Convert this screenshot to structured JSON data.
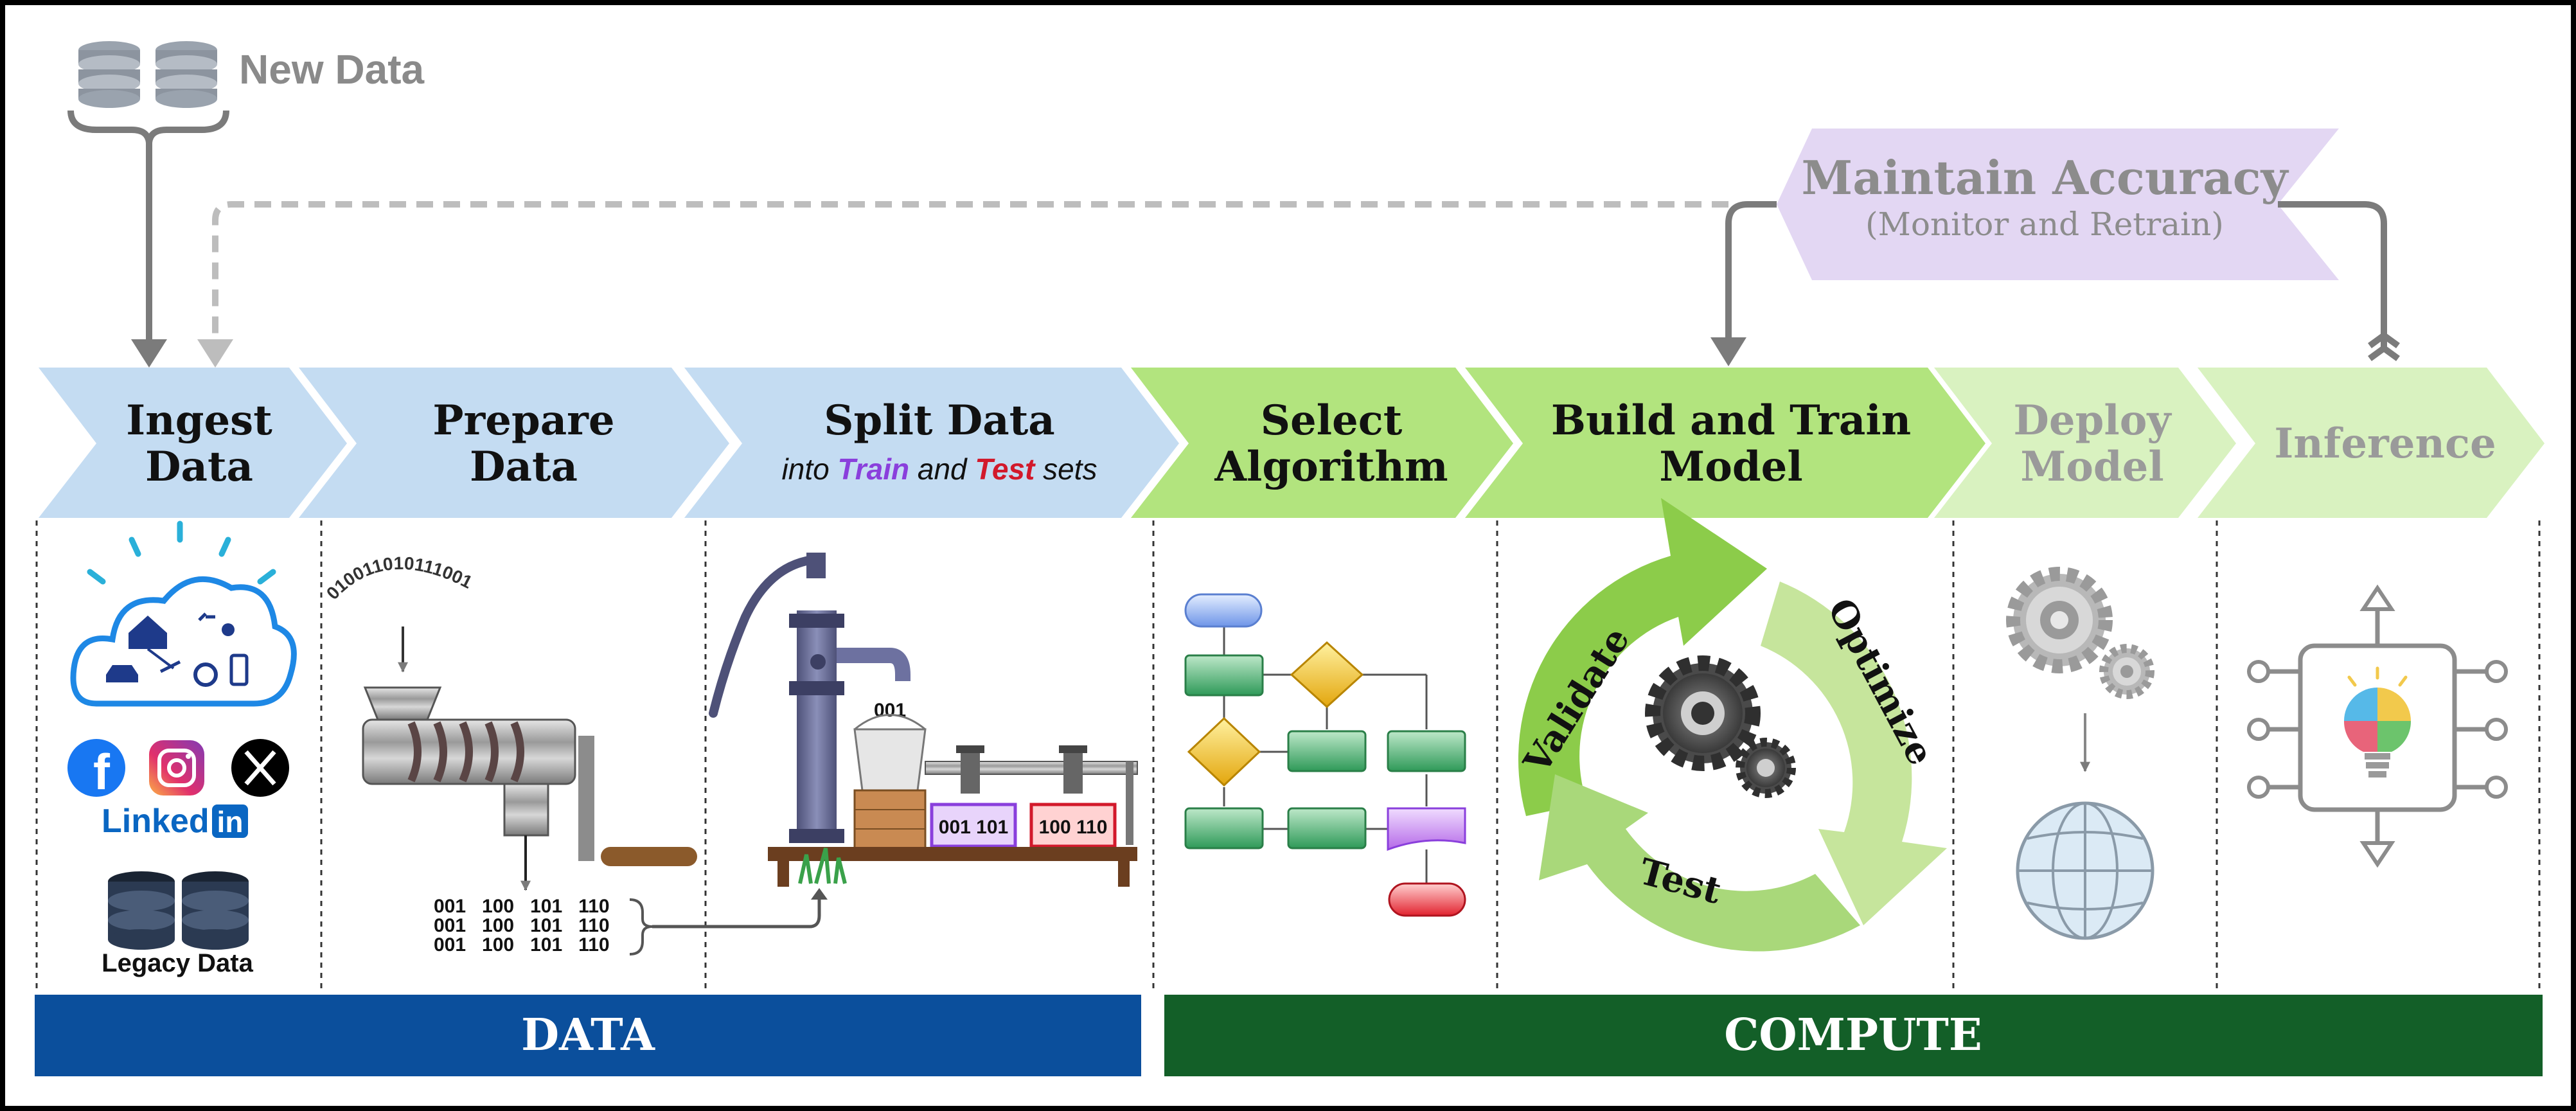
{
  "new_data": {
    "label": "New Data"
  },
  "maintain": {
    "title": "Maintain Accuracy",
    "subtitle": "(Monitor and Retrain)"
  },
  "steps": [
    {
      "line1": "Ingest",
      "line2": "Data"
    },
    {
      "line1": "Prepare",
      "line2": "Data"
    },
    {
      "line1": "Split Data",
      "sub_prefix": "into ",
      "sub_train": "Train",
      "sub_mid": " and ",
      "sub_test": "Test",
      "sub_suffix": " sets"
    },
    {
      "line1": "Select",
      "line2": "Algorithm"
    },
    {
      "line1": "Build and Train",
      "line2": "Model"
    },
    {
      "line1": "Deploy",
      "line2": "Model"
    },
    {
      "line1": "Inference"
    }
  ],
  "ingest": {
    "linkedin_text": "Linked",
    "linkedin_in": "in",
    "legacy_label": "Legacy Data"
  },
  "prepare": {
    "bits_arc": "0100110101110010",
    "output_rows": [
      "001   100   101   110",
      "001   100   101   110",
      "001   100   101   110"
    ]
  },
  "split": {
    "bucket_label": "001",
    "train_box": "001 101",
    "test_box": "100 110"
  },
  "cycle": {
    "validate": "Validate",
    "optimize": "Optimize",
    "test": "Test"
  },
  "footer": {
    "data_label": "DATA",
    "compute_label": "COMPUTE"
  },
  "colors": {
    "data_blue": "#0b4f9c",
    "compute_green": "#135f28",
    "chevron_blue": "#c4dcf2",
    "chevron_green": "#b2e47e",
    "chevron_light_green": "#d9f2c0",
    "maintain_purple": "#e3d7f3",
    "train_purple": "#8a3fdc",
    "test_red": "#d2192b"
  },
  "icons": [
    "database-icon",
    "cloud-icon",
    "facebook-icon",
    "instagram-icon",
    "x-icon",
    "linkedin-icon",
    "grinder-icon",
    "water-pump-icon",
    "flowchart-icon",
    "gear-icon",
    "globe-icon",
    "lightbulb-chip-icon"
  ]
}
